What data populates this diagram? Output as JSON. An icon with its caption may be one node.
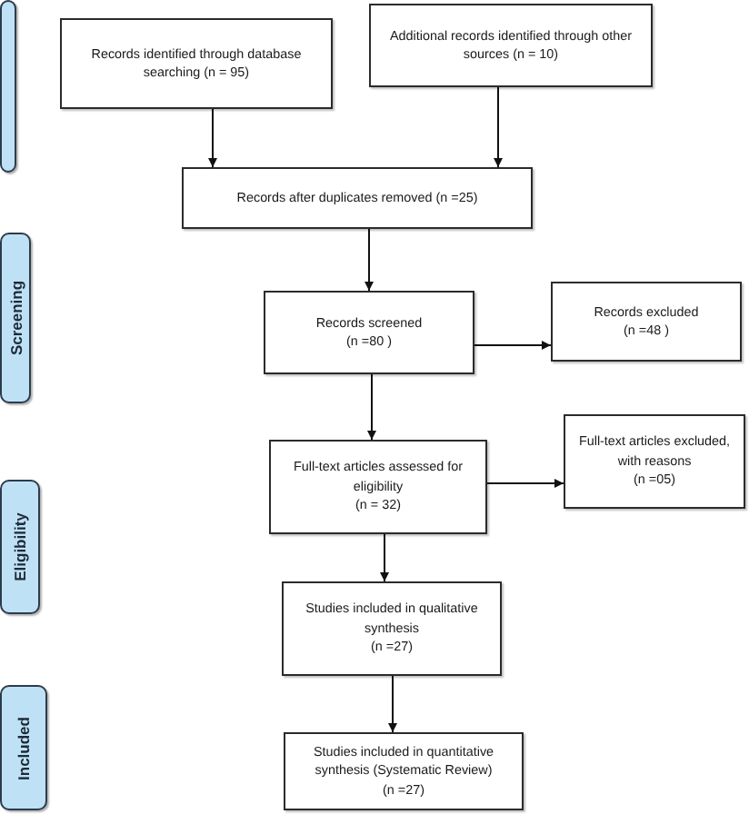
{
  "diagram": {
    "nodes": [
      {
        "text": [],
        "shape": "box"
      },
      {
        "text": [
          "Records identified through database searching (n = 95)"
        ]
      },
      {
        "text": [
          "Additional records identified through other sources (n = 10)"
        ]
      },
      {
        "text": [
          "Records after duplicates removed (n =25)"
        ]
      },
      {
        "text": [
          "Screening"
        ]
      },
      {
        "text": [
          "Records screened",
          "(n =80 )"
        ]
      },
      {
        "text": [
          "Records excluded",
          "(n =48 )"
        ]
      },
      {
        "text": [
          "Eligibility"
        ]
      },
      {
        "text": [
          "Full-text articles assessed for eligibility",
          "(n = 32)"
        ]
      },
      {
        "text": [
          "Full-text articles excluded, with reasons",
          "(n =05)"
        ]
      },
      {
        "text": [
          "Studies included in qualitative synthesis",
          "(n =27)"
        ]
      },
      {
        "text": [
          "Included"
        ]
      },
      {
        "text": [
          "Studies included in quantitative synthesis (Systematic Review)",
          "(n =27)"
        ]
      }
    ],
    "edges": [
      {
        "from": 1,
        "to": 3,
        "arrow": "to"
      },
      {
        "from": 2,
        "to": 3,
        "arrow": "to"
      },
      {
        "from": 3,
        "to": 5,
        "arrow": "to"
      },
      {
        "from": 5,
        "to": 6,
        "arrow": "to"
      },
      {
        "from": 5,
        "to": 8,
        "arrow": "to"
      },
      {
        "from": 8,
        "to": 9,
        "arrow": "to"
      },
      {
        "from": 8,
        "to": 10,
        "arrow": "to"
      },
      {
        "from": 10,
        "to": 12,
        "arrow": "to"
      }
    ]
  }
}
